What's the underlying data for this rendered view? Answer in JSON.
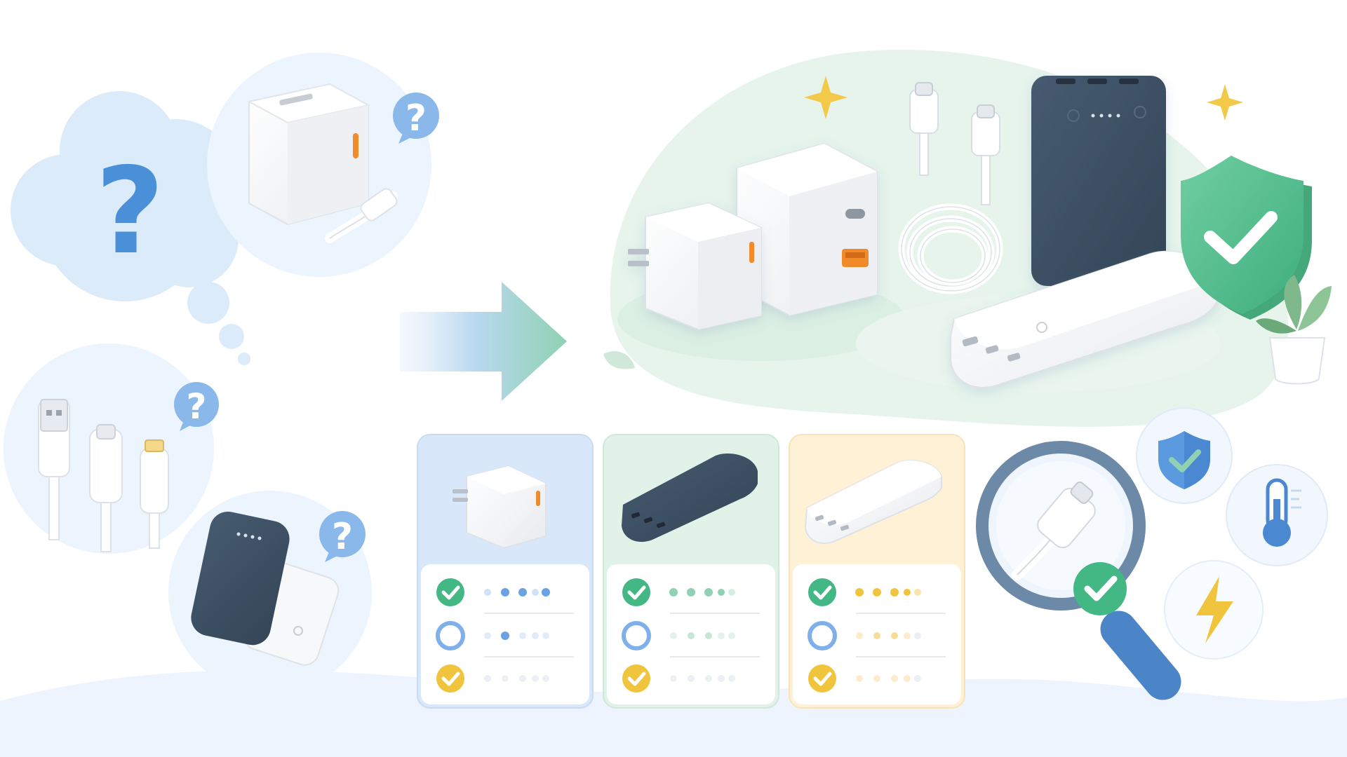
{
  "scene": {
    "description_for_agent": "",
    "palette": {
      "blue_soft": "#dbe9fb",
      "blue_mid": "#8fb9ec",
      "blue_strong": "#3f7fce",
      "green_soft": "#e3f3ea",
      "green_mid": "#8fd1b2",
      "green_strong": "#44b884",
      "yellow_soft": "#fff3d8",
      "yellow_strong": "#f1c43d",
      "navy": "#3d4f63",
      "white_device": "#f6f7f9",
      "outline": "#d9dee5",
      "orange_accent": "#f08a2a"
    },
    "question_bubbles": [
      {
        "icon": "question-mark-icon"
      },
      {
        "icon": "question-mark-icon"
      },
      {
        "icon": "question-mark-icon"
      },
      {
        "icon": "question-mark-icon"
      }
    ],
    "cards": [
      {
        "theme": "blue",
        "rows": [
          "check",
          "circle",
          "check-yellow"
        ]
      },
      {
        "theme": "green",
        "rows": [
          "check",
          "circle",
          "check-yellow"
        ]
      },
      {
        "theme": "yellow",
        "rows": [
          "check",
          "circle",
          "check-yellow"
        ]
      }
    ],
    "right_icons": [
      {
        "icon": "shield-check-icon"
      },
      {
        "icon": "thermometer-icon"
      },
      {
        "icon": "lightning-icon"
      }
    ]
  }
}
